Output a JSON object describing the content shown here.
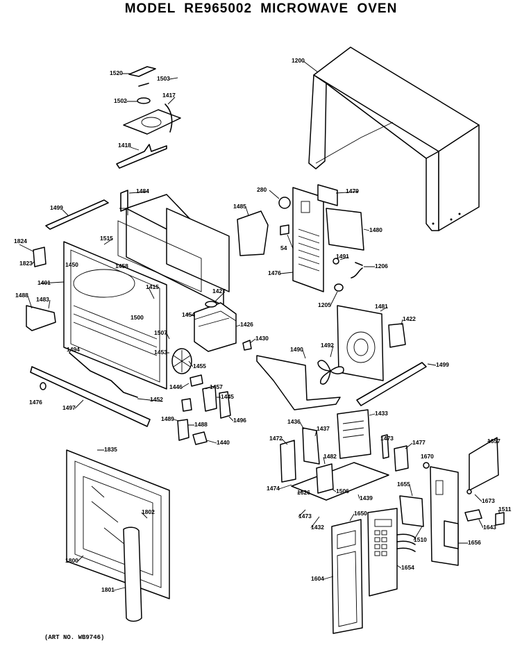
{
  "header": {
    "title": "MODEL   RE965002   MICROWAVE OVEN"
  },
  "footer": {
    "art_no": "(ART NO. WB9746)"
  },
  "parts": [
    "1520",
    "1503",
    "1502",
    "1417",
    "1418",
    "1200",
    "1484",
    "1499",
    "1485",
    "280",
    "1479",
    "1480",
    "1515",
    "1824",
    "1823",
    "1450",
    "1458",
    "1401",
    "1415",
    "1500",
    "1488",
    "1483",
    "1427",
    "1454",
    "1426",
    "1507",
    "54",
    "1491",
    "1206",
    "1476",
    "1205",
    "1481",
    "1453",
    "1455",
    "1494",
    "1430",
    "1490",
    "1492",
    "1422",
    "1499",
    "1446",
    "1457",
    "1445",
    "1476",
    "1497",
    "1452",
    "1496",
    "1489",
    "1488",
    "1440",
    "1433",
    "1436",
    "1437",
    "1472",
    "1473",
    "1477",
    "1657",
    "1670",
    "1482",
    "1835",
    "1626",
    "1474",
    "1506",
    "1439",
    "1655",
    "1473",
    "1432",
    "1650",
    "1673",
    "1511",
    "1643",
    "1510",
    "1802",
    "1656",
    "1800",
    "1654",
    "1801",
    "1604"
  ]
}
